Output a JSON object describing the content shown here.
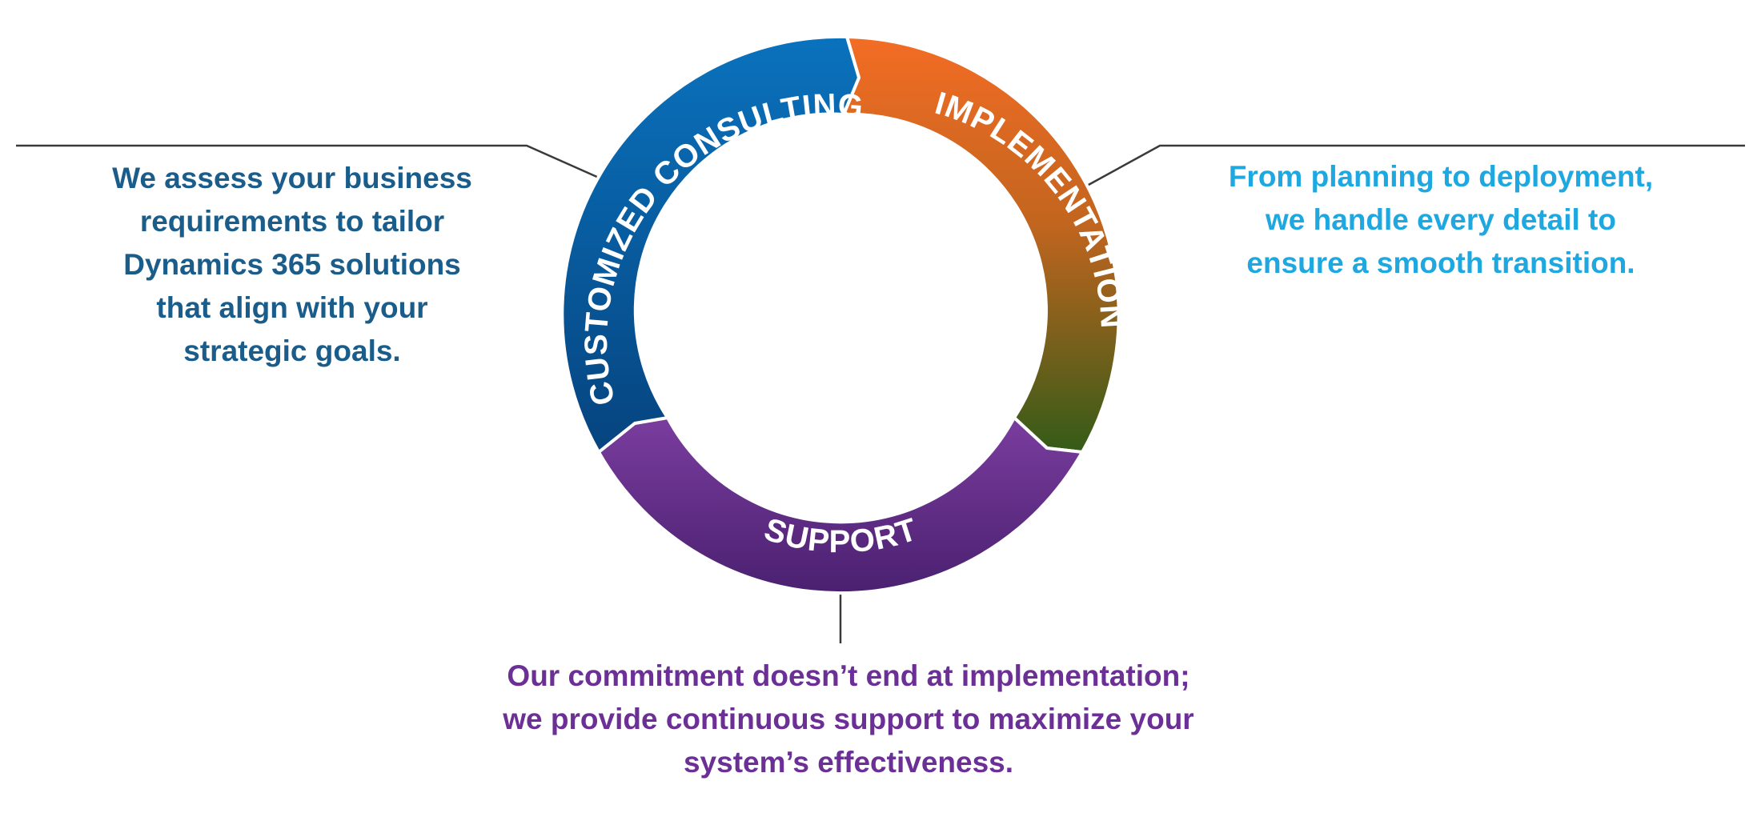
{
  "segments": [
    {
      "id": "consulting",
      "label": "CUSTOMIZED CONSULTING",
      "gradient": [
        "#0a72bd",
        "#06447f"
      ],
      "text_color": "#1b5d8a",
      "description": [
        "We assess your business",
        "requirements to tailor",
        "Dynamics 365 solutions",
        "that align with your",
        "strategic goals."
      ]
    },
    {
      "id": "implementation",
      "label": "IMPLEMENTATION",
      "gradient": [
        "#f36c24",
        "#c2651f",
        "#345b18"
      ],
      "text_color": "#1fa8e0",
      "description": [
        "From planning to deployment,",
        "we handle every detail to",
        "ensure a smooth transition."
      ]
    },
    {
      "id": "support",
      "label": "SUPPORT",
      "gradient": [
        "#7a3d9e",
        "#4a2070"
      ],
      "text_color": "#6b2f96",
      "description": [
        "Our commitment doesn’t end at implementation;",
        "we provide continuous support to maximize your",
        "system’s effectiveness."
      ]
    }
  ],
  "colors": {
    "connector": "#3a3a3a",
    "background": "#ffffff",
    "separator": "#ffffff"
  }
}
